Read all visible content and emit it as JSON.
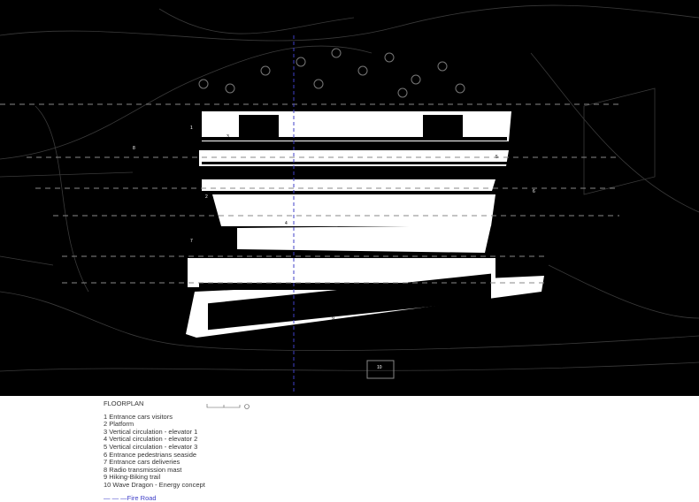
{
  "legend": {
    "title": "FLOORPLAN",
    "items": [
      "1 Entrance cars visitors",
      "2 Platform",
      "3 Vertical circulation - elevator 1",
      "4 Vertical circulation - elevator 2",
      "5 Vertical circulation - elevator 3",
      "6 Entrance pedestrians seaside",
      "7 Entrance cars deliveries",
      "8 Radio transmission mast",
      "9 Hiking-Biking trail",
      "10 Wave Dragon - Energy concept"
    ],
    "fire_road": "Fire Road"
  },
  "map_labels": {
    "l1": "1",
    "l2": "2",
    "l3": "3",
    "l4": "4",
    "l5": "5",
    "l6": "6",
    "l7": "7",
    "l8": "8",
    "l9": "9",
    "l10": "10"
  },
  "colors": {
    "background": "#000000",
    "platform": "#ffffff",
    "fire_road": "#4040c8"
  }
}
